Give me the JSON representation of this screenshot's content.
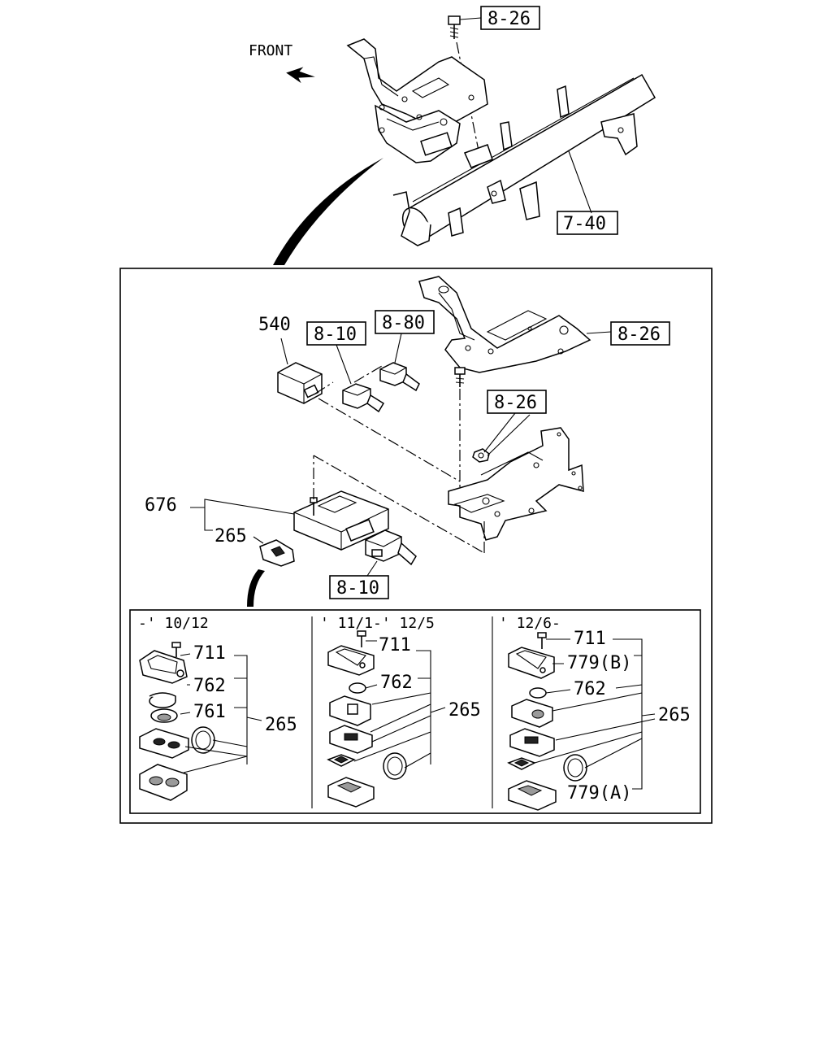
{
  "top": {
    "front_label": "FRONT",
    "ref_bolt": "8-26",
    "ref_crossmember": "7-40"
  },
  "detail": {
    "ref_bracket": "8-26",
    "ref_nut": "8-26",
    "ref_conn_a": "8-10",
    "ref_conn_b": "8-80",
    "ref_conn_c": "8-10",
    "part_relay": "540",
    "part_module": "676",
    "part_key": "265"
  },
  "variants": [
    {
      "period": "-' 10/12",
      "labels": [
        "711",
        "762",
        "761",
        "265"
      ]
    },
    {
      "period": "' 11/1-' 12/5",
      "labels": [
        "711",
        "762",
        "265"
      ]
    },
    {
      "period": "' 12/6-",
      "labels": [
        "711",
        "779(B)",
        "762",
        "265",
        "779(A)"
      ]
    }
  ]
}
